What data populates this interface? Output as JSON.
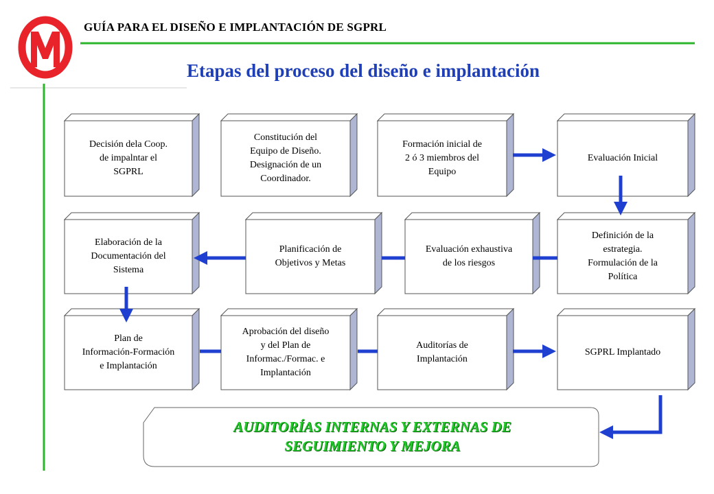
{
  "header": {
    "title": "GUÍA PARA EL DISEÑO E IMPLANTACIÓN  DE SGPRL",
    "logo_letter": "M"
  },
  "page_title": "Etapas del proceso del diseño e implantación",
  "colors": {
    "green_rule": "#2bb52b",
    "arrow_blue": "#1f3fd0",
    "box_side": "#aeb6d3",
    "logo_red": "#e8232a",
    "final_text": "#22c92a"
  },
  "steps": [
    {
      "id": "decision",
      "lines": [
        "Decisión dela Coop.",
        "de impalntar el",
        "SGPRL"
      ]
    },
    {
      "id": "constitucion",
      "lines": [
        "Constitución del",
        "Equipo de Diseño.",
        "Designación de un",
        "Coordinador."
      ]
    },
    {
      "id": "formacion",
      "lines": [
        "Formación inicial de",
        "2 ó 3 miembros del",
        "Equipo"
      ]
    },
    {
      "id": "evaluacion-inicial",
      "lines": [
        "Evaluación Inicial"
      ]
    },
    {
      "id": "elaboracion",
      "lines": [
        "Elaboración de la",
        "Documentación del",
        "Sistema"
      ]
    },
    {
      "id": "planificacion",
      "lines": [
        "Planificación de",
        "Objetivos y Metas"
      ]
    },
    {
      "id": "evaluacion-riesgos",
      "lines": [
        "Evaluación exhaustiva",
        "de los riesgos"
      ]
    },
    {
      "id": "definicion",
      "lines": [
        "Definición de la",
        "estrategia.",
        "Formulación de la",
        "Política"
      ]
    },
    {
      "id": "plan-informacion",
      "lines": [
        "Plan de",
        "Información-Formación",
        "e Implantación"
      ]
    },
    {
      "id": "aprobacion",
      "lines": [
        "Aprobación del diseño",
        "y del Plan de",
        "Informac./Formac. e",
        "Implantación"
      ]
    },
    {
      "id": "auditorias-implantacion",
      "lines": [
        "Auditorías de",
        "Implantación"
      ]
    },
    {
      "id": "sgprl-implantado",
      "lines": [
        "SGPRL Implantado"
      ]
    }
  ],
  "final": {
    "line1": "AUDITORÍAS INTERNAS Y EXTERNAS DE",
    "line2": "SEGUIMIENTO Y MEJORA"
  }
}
